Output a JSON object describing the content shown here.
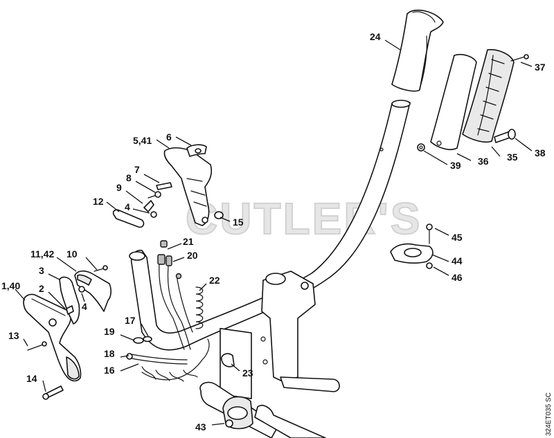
{
  "watermark": "CUTLER'S",
  "drawing_code": "324ET035 SC",
  "callouts": {
    "c24": "24",
    "c37": "37",
    "c38": "38",
    "c35": "35",
    "c36": "36",
    "c39": "39",
    "c6": "6",
    "c541": "5,41",
    "c7": "7",
    "c8": "8",
    "c9": "9",
    "c12": "12",
    "c4a": "4",
    "c15": "15",
    "c21": "21",
    "c20": "20",
    "c22": "22",
    "c1142": "11,42",
    "c10": "10",
    "c3": "3",
    "c140": "1,40",
    "c2": "2",
    "c4b": "4",
    "c13": "13",
    "c14": "14",
    "c17": "17",
    "c19": "19",
    "c18": "18",
    "c16": "16",
    "c23": "23",
    "c43": "43",
    "c45": "45",
    "c44": "44",
    "c46": "46"
  }
}
